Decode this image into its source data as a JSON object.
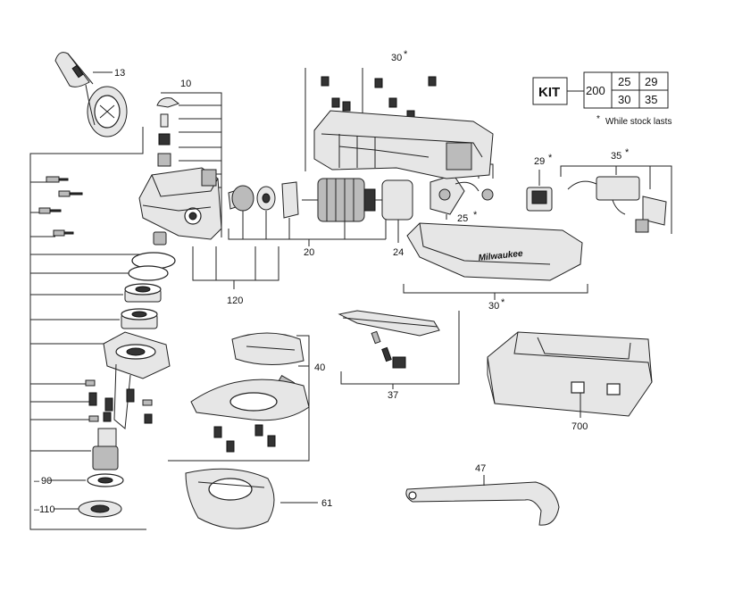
{
  "callouts": {
    "c13": "13",
    "c10": "10",
    "c30_top": "30",
    "c20_right": "20",
    "c20_bottom": "20",
    "c25": "25",
    "c24": "24",
    "c120": "120",
    "c29": "29",
    "c35": "35",
    "c30_bottom": "30",
    "c40": "40",
    "c37": "37",
    "c700": "700",
    "c47": "47",
    "c61": "61",
    "c90": "90",
    "c110": "110",
    "star": "*"
  },
  "kit": {
    "label": "KIT",
    "number": "200",
    "items": [
      "25",
      "29",
      "30",
      "35"
    ],
    "note_star": "*",
    "note": "While stock lasts"
  },
  "brand_mark": "Milwaukee"
}
